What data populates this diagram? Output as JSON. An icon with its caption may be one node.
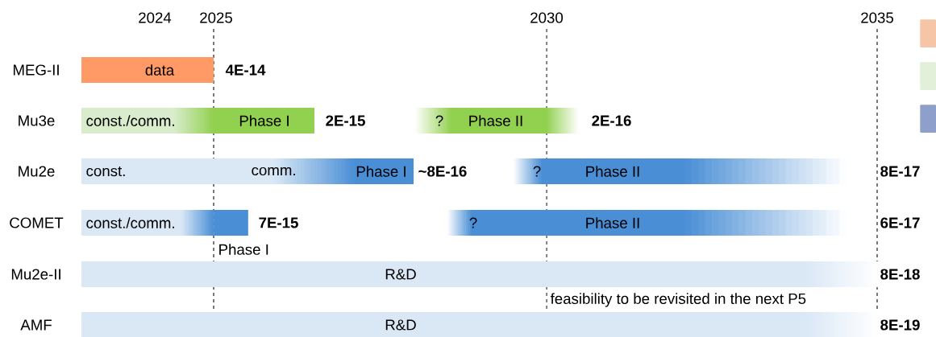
{
  "diagram": {
    "nodes": [
      {
        "text": [
          "data"
        ]
      },
      {
        "text": [
          "const./comm."
        ]
      },
      {
        "text": [
          "Phase I"
        ]
      },
      {
        "text": [
          "?",
          "Phase II"
        ]
      },
      {
        "text": [
          "const."
        ]
      },
      {
        "text": [
          "comm.",
          "Phase I"
        ]
      },
      {
        "text": [
          "?",
          "Phase II"
        ]
      },
      {
        "text": [
          "const./comm."
        ]
      },
      {
        "text": [],
        "shape": "bar",
        "beside": [
          "Phase I"
        ]
      },
      {
        "text": [
          "?",
          "Phase II"
        ]
      },
      {
        "text": [
          "R&D"
        ]
      },
      {
        "text": [
          "R&D"
        ]
      },
      {
        "text": [],
        "shape": "box"
      },
      {
        "text": [],
        "shape": "box"
      },
      {
        "text": [],
        "shape": "box"
      }
    ],
    "labels": [
      "2024",
      "2025",
      "2030",
      "2035",
      "MEG-II",
      "4E-14",
      "Mu3e",
      "2E-15",
      "2E-16",
      "Mu2e",
      "~8E-16",
      "8E-17",
      "COMET",
      "7E-15",
      "6E-17",
      "Mu2e-II",
      "8E-18",
      "feasibility to be revisited in the next P5",
      "AMF",
      "8E-19"
    ]
  }
}
